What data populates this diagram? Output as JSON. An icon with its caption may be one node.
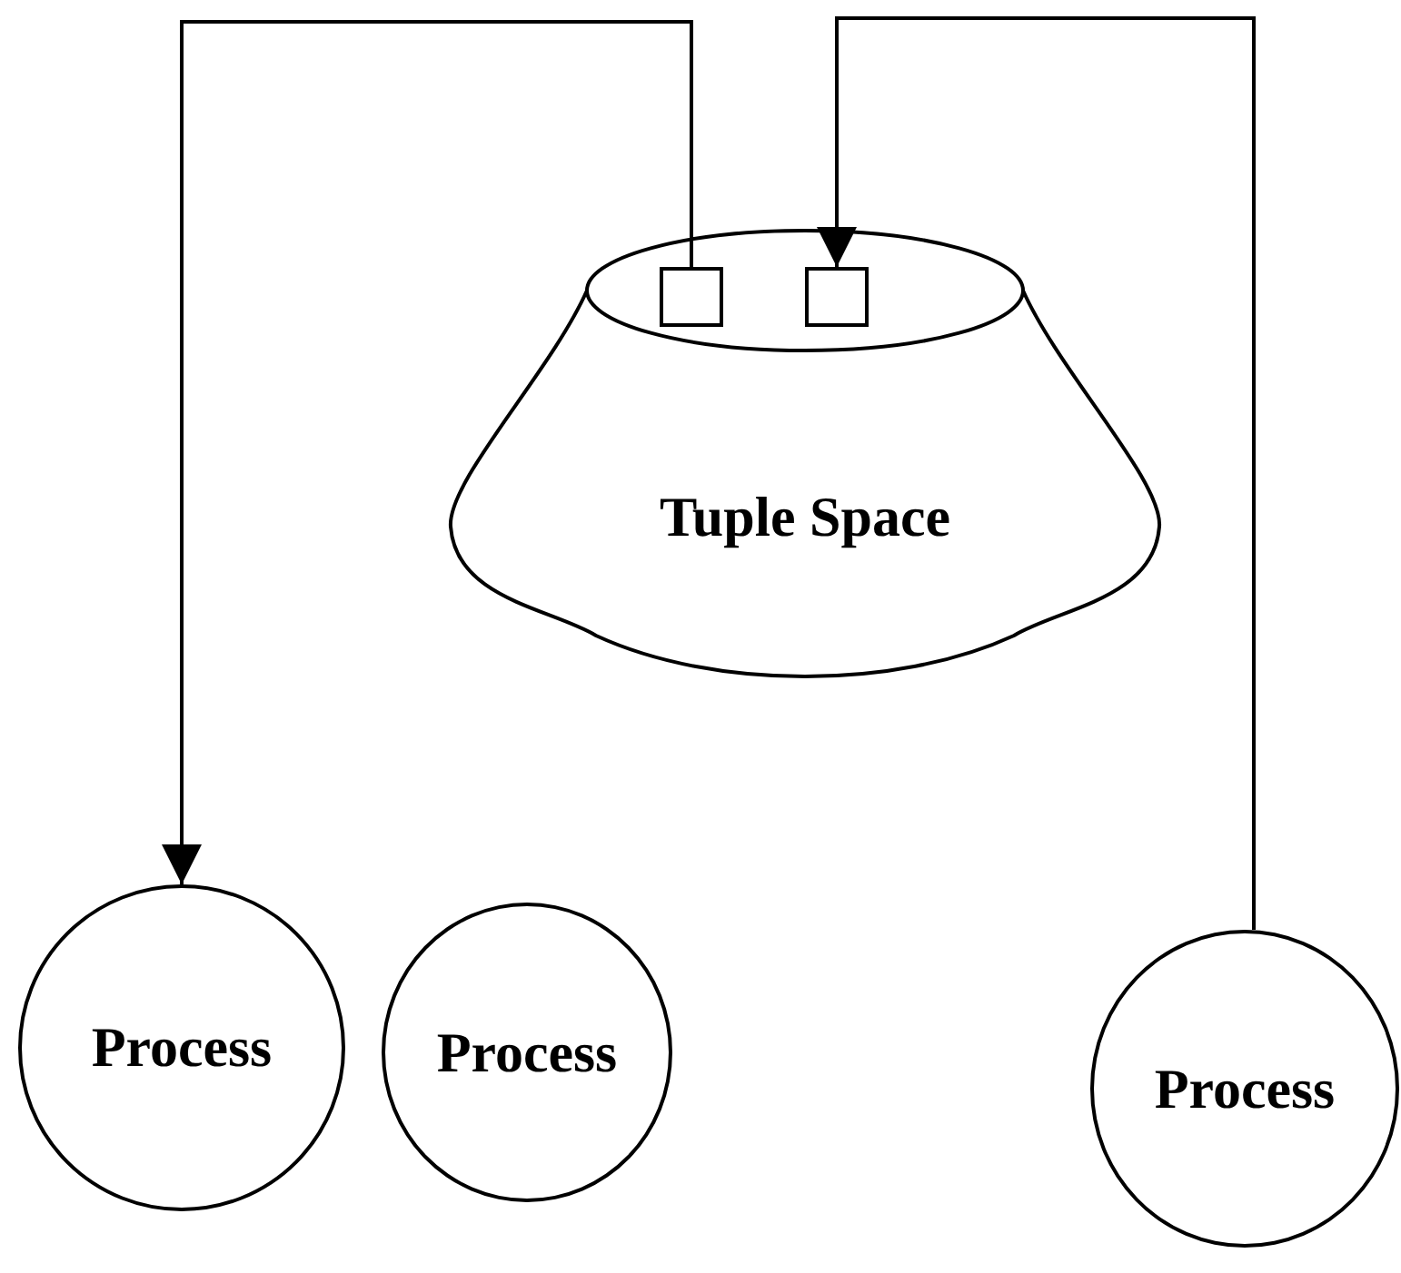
{
  "diagram": {
    "nodes": [
      {
        "text": [
          "Tuple Space"
        ]
      },
      {
        "text": [],
        "shape": "box",
        "in": 0
      },
      {
        "text": [],
        "shape": "box",
        "in": 0
      },
      {
        "text": [
          "Process"
        ]
      },
      {
        "text": [
          "Process"
        ]
      },
      {
        "text": [
          "Process"
        ]
      }
    ],
    "edges": [
      {
        "from": 1,
        "to": 3,
        "arrow": "to"
      },
      {
        "from": 5,
        "to": 2,
        "arrow": "to"
      }
    ]
  }
}
